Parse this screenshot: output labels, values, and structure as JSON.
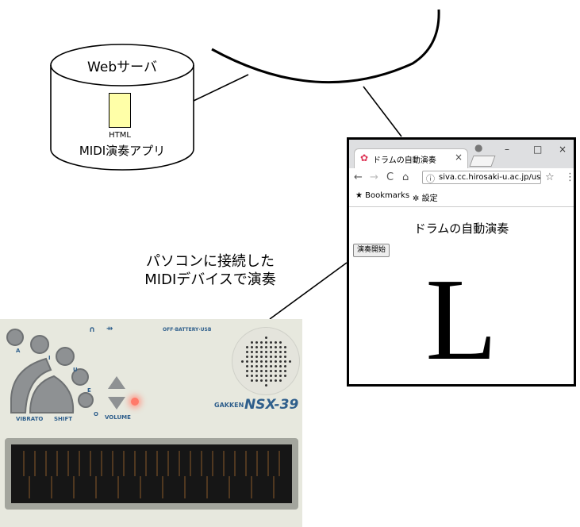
{
  "server": {
    "title": "Webサーバ",
    "file_label": "HTML",
    "app_label": "MIDI演奏アプリ"
  },
  "connection_label": {
    "line1": "パソコンに接続した",
    "line2": "MIDIデバイスで演奏"
  },
  "browser": {
    "tab_title": "ドラムの自動演奏",
    "tab_close": "×",
    "window_controls": [
      "–",
      "□",
      "×"
    ],
    "nav": {
      "back": "←",
      "forward": "→",
      "reload": "C",
      "home": "⌂"
    },
    "url": "siva.cc.hirosaki-u.ac.jp/usr/...",
    "bookmarks": [
      "Bookmarks",
      "設定"
    ],
    "page_heading": "ドラムの自動演奏",
    "start_button": "演奏開始",
    "big_letter": "L"
  },
  "device": {
    "button_letters": [
      "A",
      "I",
      "U",
      "E",
      "O"
    ],
    "labels": {
      "vibrato": "VIBRATO",
      "shift": "SHIFT",
      "volume": "VOLUME",
      "power": "OFF·BATTERY·USB"
    },
    "brand": "GAKKEN",
    "model": "NSX-39"
  },
  "colors": {
    "file_fill": "#ffffa8",
    "device_accent": "#2f5f8c",
    "led": "#ff7a6a"
  },
  "icons": [
    "database-cylinder",
    "html-file-icon",
    "network-cloud-arc",
    "browser-favicon",
    "info-icon",
    "star-icon",
    "menu-icon",
    "bookmark-star-icon",
    "gear-icon",
    "headphone-icon",
    "usb-icon"
  ]
}
